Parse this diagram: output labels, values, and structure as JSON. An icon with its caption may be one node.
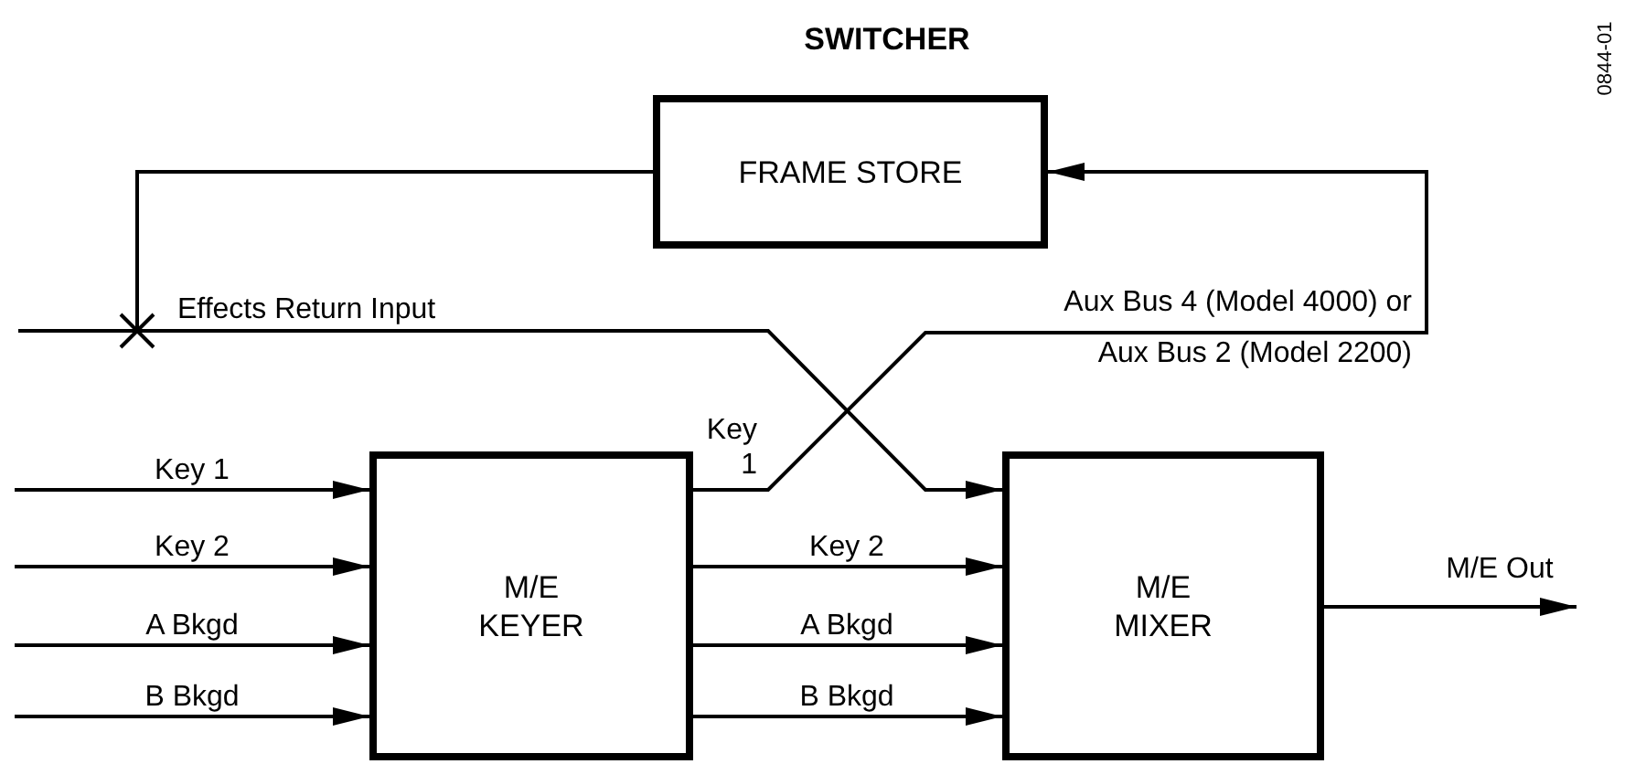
{
  "diagram": {
    "title": "SWITCHER",
    "nodes": [
      {
        "text": [
          "FRAME STORE"
        ]
      },
      {
        "text": [
          "M/E KEYER"
        ]
      },
      {
        "text": [
          "M/E MIXER"
        ]
      }
    ],
    "edges": [
      {
        "from": null,
        "to": 1,
        "arrow": "to",
        "label": "Key 1"
      },
      {
        "from": null,
        "to": 1,
        "arrow": "to",
        "label": "Key 2"
      },
      {
        "from": null,
        "to": 1,
        "arrow": "to",
        "label": "A Bkgd"
      },
      {
        "from": null,
        "to": 1,
        "arrow": "to",
        "label": "B Bkgd"
      },
      {
        "from": 1,
        "to": 2,
        "arrow": "to",
        "label": "Key 2"
      },
      {
        "from": 1,
        "to": 2,
        "arrow": "to",
        "label": "A Bkgd"
      },
      {
        "from": 1,
        "to": 2,
        "arrow": "to",
        "label": "B Bkgd"
      },
      {
        "from": 2,
        "to": null,
        "arrow": "to",
        "label": "M/E Out"
      },
      {
        "from": 1,
        "to": 0,
        "arrow": "to",
        "label": "Key 1"
      },
      {
        "from": 0,
        "to": 2,
        "arrow": "to",
        "label": "Effects Return Input"
      }
    ],
    "labels": [
      "Aux Bus 4 (Model 4000) or Aux Bus 2 (Model 2200)",
      "0844-01"
    ]
  }
}
